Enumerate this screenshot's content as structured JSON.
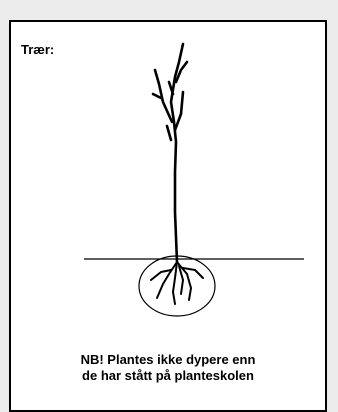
{
  "panel": {
    "title": "Trær:",
    "note_line1": "NB! Plantes ikke dypere enn",
    "note_line2": "de har stått på planteskolen"
  },
  "colors": {
    "background": "#ececec",
    "panel": "#ffffff",
    "ink": "#000000"
  }
}
